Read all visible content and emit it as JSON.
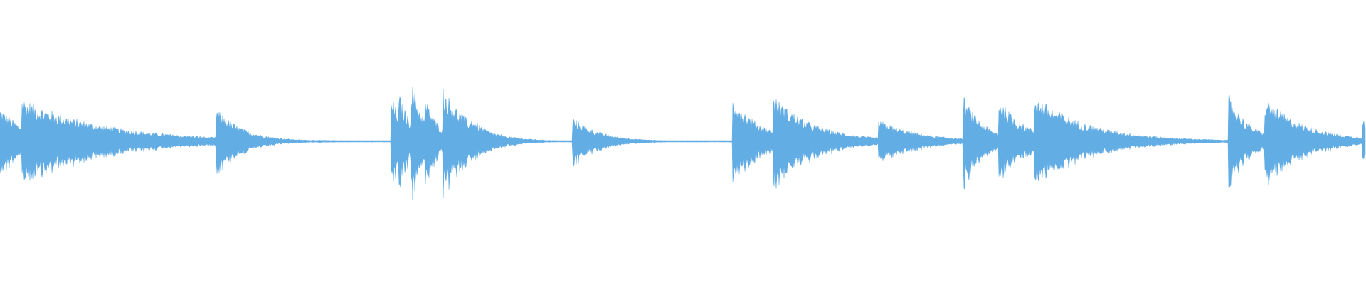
{
  "waveform": {
    "color": "#63ade5",
    "duration_fraction_events": [
      {
        "t": 0.0,
        "amp": 0.22,
        "decay": 0.02
      },
      {
        "t": 0.016,
        "amp": 0.28,
        "decay": 0.06
      },
      {
        "t": 0.158,
        "amp": 0.22,
        "decay": 0.02
      },
      {
        "t": 0.286,
        "amp": 0.3,
        "decay": 0.012
      },
      {
        "t": 0.292,
        "amp": 0.32,
        "decay": 0.01
      },
      {
        "t": 0.301,
        "amp": 0.4,
        "decay": 0.01
      },
      {
        "t": 0.311,
        "amp": 0.3,
        "decay": 0.01
      },
      {
        "t": 0.324,
        "amp": 0.36,
        "decay": 0.02
      },
      {
        "t": 0.345,
        "amp": 0.16,
        "decay": 0.015
      },
      {
        "t": 0.419,
        "amp": 0.16,
        "decay": 0.02
      },
      {
        "t": 0.536,
        "amp": 0.3,
        "decay": 0.02
      },
      {
        "t": 0.566,
        "amp": 0.3,
        "decay": 0.03
      },
      {
        "t": 0.643,
        "amp": 0.14,
        "decay": 0.03
      },
      {
        "t": 0.705,
        "amp": 0.3,
        "decay": 0.015
      },
      {
        "t": 0.731,
        "amp": 0.28,
        "decay": 0.02
      },
      {
        "t": 0.757,
        "amp": 0.3,
        "decay": 0.04
      },
      {
        "t": 0.899,
        "amp": 0.32,
        "decay": 0.015
      },
      {
        "t": 0.926,
        "amp": 0.28,
        "decay": 0.03
      },
      {
        "t": 0.997,
        "amp": 0.18,
        "decay": 0.005
      }
    ]
  }
}
